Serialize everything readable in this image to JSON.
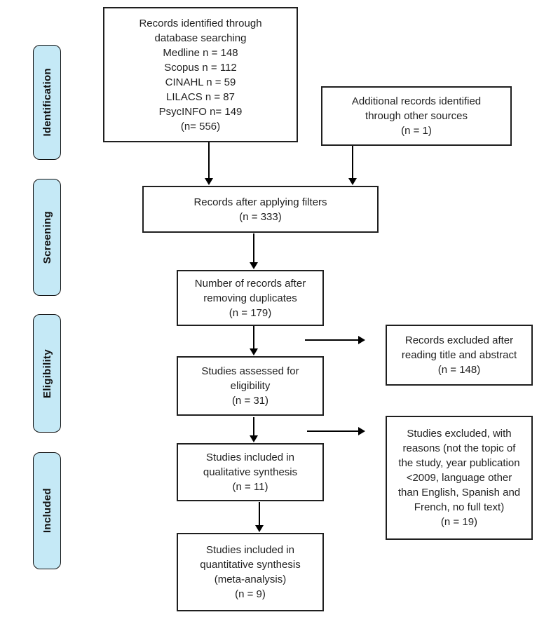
{
  "stages": [
    {
      "label": "Identification"
    },
    {
      "label": "Screening"
    },
    {
      "label": "Eligibility"
    },
    {
      "label": "Included"
    }
  ],
  "boxes": {
    "identified": {
      "lines": [
        "Records identified through",
        "database searching",
        "Medline n = 148",
        "Scopus n = 112",
        "CINAHL n = 59",
        "LILACS n = 87",
        "PsycINFO n= 149",
        "(n= 556)"
      ]
    },
    "additional": {
      "lines": [
        "Additional records identified",
        "through other sources",
        "(n = 1)"
      ]
    },
    "filters": {
      "lines": [
        "Records after applying filters",
        "(n = 333)"
      ]
    },
    "duplicates": {
      "lines": [
        "Number of records after",
        "removing duplicates",
        "(n = 179)"
      ]
    },
    "excluded_title": {
      "lines": [
        "Records excluded after",
        "reading title and abstract",
        "(n = 148)"
      ]
    },
    "assessed": {
      "lines": [
        "Studies assessed for",
        "eligibility",
        "(n = 31)"
      ]
    },
    "excluded_reasons": {
      "lines": [
        "Studies excluded, with",
        "reasons (not the topic of",
        "the study, year publication",
        "<2009, language other",
        "than English, Spanish and",
        "French, no full text)",
        "(n = 19)"
      ]
    },
    "qualitative": {
      "lines": [
        "Studies included in",
        "qualitative synthesis",
        "(n = 11)"
      ]
    },
    "quantitative": {
      "lines": [
        "Studies included in",
        "quantitative synthesis",
        "(meta-analysis)",
        "(n = 9)"
      ]
    }
  },
  "colors": {
    "stage_fill": "#c5e9f6",
    "border": "#1f1f1f",
    "arrow": "#000000",
    "background": "#ffffff"
  }
}
